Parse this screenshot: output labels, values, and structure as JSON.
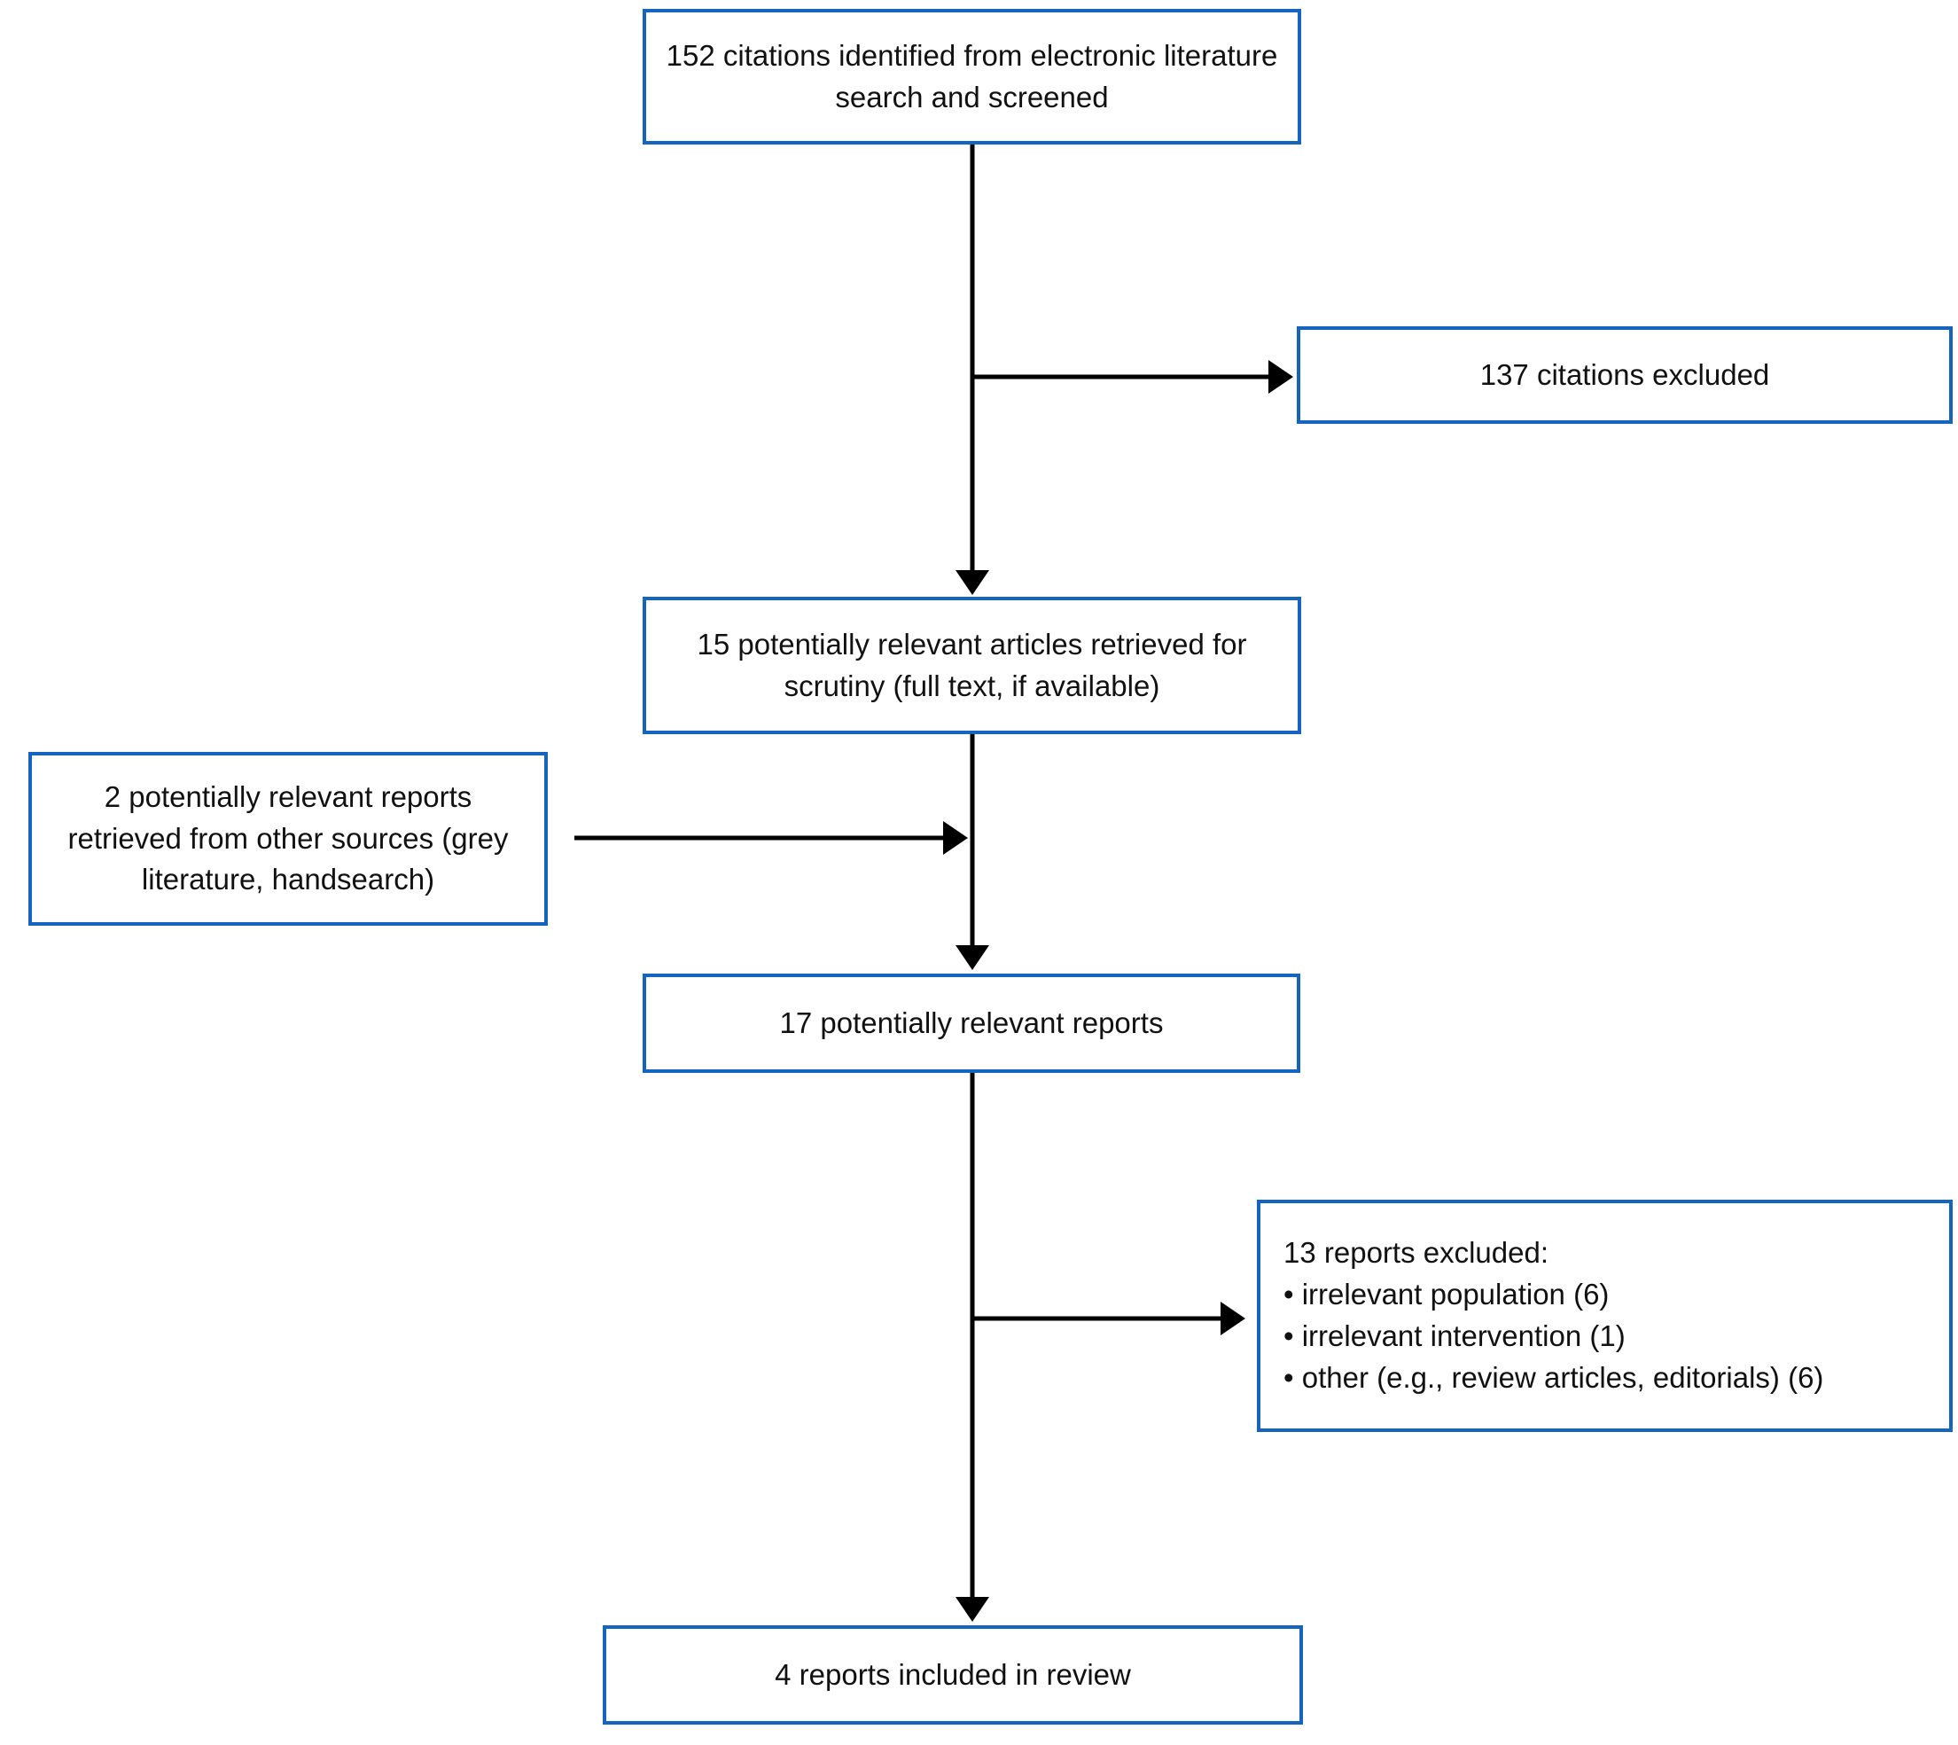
{
  "flowchart": {
    "boxes": {
      "identified": "152 citations identified from electronic literature search and screened",
      "citations_excluded": "137 citations excluded",
      "articles_retrieved": "15 potentially relevant articles retrieved for scrutiny (full text, if available)",
      "other_sources": "2 potentially relevant reports retrieved from other sources (grey literature, handsearch)",
      "relevant_reports": "17 potentially relevant reports",
      "reports_excluded": {
        "title": "13 reports excluded:",
        "bullets": [
          "• irrelevant population (6)",
          "• irrelevant intervention (1)",
          "• other (e.g., review articles, editorials) (6)"
        ]
      },
      "included": "4 reports included in review"
    },
    "colors": {
      "box_border": "#1565c0",
      "arrow": "#000000",
      "text": "#111111",
      "background": "#ffffff"
    }
  }
}
